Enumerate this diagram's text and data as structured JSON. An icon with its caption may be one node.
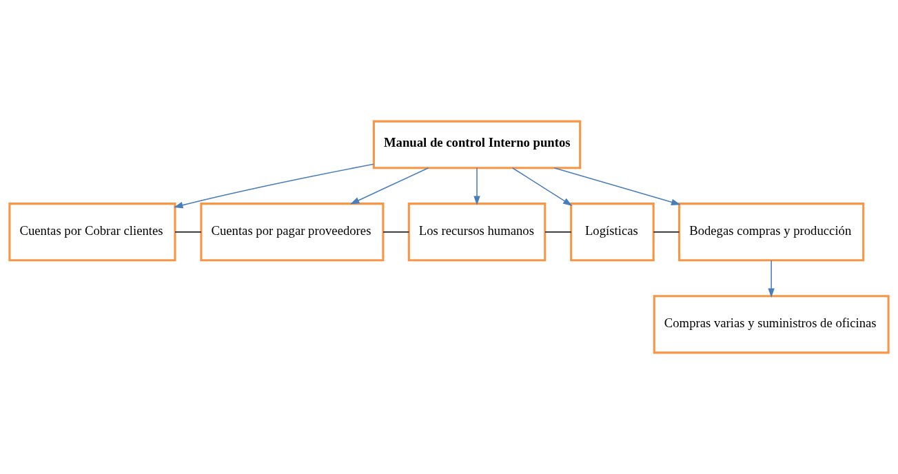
{
  "diagram": {
    "nodes": [
      {
        "text": [
          "Manual de control Interno puntos"
        ]
      },
      {
        "text": [
          "Cuentas por Cobrar clientes"
        ]
      },
      {
        "text": [
          "Cuentas por pagar proveedores"
        ]
      },
      {
        "text": [
          "Los recursos humanos"
        ]
      },
      {
        "text": [
          "Logísticas"
        ]
      },
      {
        "text": [
          "Bodegas compras y producción"
        ]
      },
      {
        "text": [
          "Compras varias y suministros de oficinas"
        ]
      }
    ],
    "edges": [
      {
        "from": 0,
        "to": 1,
        "arrow": "to"
      },
      {
        "from": 0,
        "to": 2,
        "arrow": "to"
      },
      {
        "from": 0,
        "to": 3,
        "arrow": "to"
      },
      {
        "from": 0,
        "to": 4,
        "arrow": "to"
      },
      {
        "from": 0,
        "to": 5,
        "arrow": "to"
      },
      {
        "from": 5,
        "to": 6,
        "arrow": "to"
      },
      {
        "from": 1,
        "to": 2,
        "arrow": "none",
        "color": "#000000"
      },
      {
        "from": 2,
        "to": 3,
        "arrow": "none",
        "color": "#000000"
      },
      {
        "from": 3,
        "to": 4,
        "arrow": "none",
        "color": "#000000"
      },
      {
        "from": 4,
        "to": 5,
        "arrow": "none",
        "color": "#000000"
      }
    ]
  }
}
